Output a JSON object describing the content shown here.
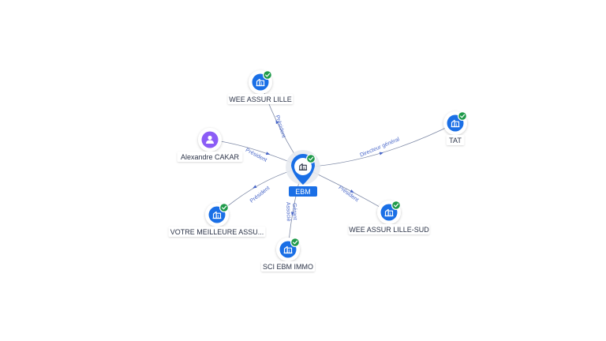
{
  "center": {
    "id": "ebm",
    "label": "EBM",
    "type": "company",
    "verified": true
  },
  "nodes": [
    {
      "id": "wee-lille",
      "label": "WEE ASSUR LILLE",
      "type": "company",
      "verified": true
    },
    {
      "id": "tat",
      "label": "TAT",
      "type": "company",
      "verified": true
    },
    {
      "id": "alexandre",
      "label": "Alexandre CAKAR",
      "type": "person",
      "verified": false
    },
    {
      "id": "votre",
      "label": "VOTRE MEILLEURE ASSU...",
      "type": "company",
      "verified": true
    },
    {
      "id": "sci",
      "label": "SCI EBM IMMO",
      "type": "company",
      "verified": true
    },
    {
      "id": "wee-sud",
      "label": "WEE ASSUR LILLE-SUD",
      "type": "company",
      "verified": true
    }
  ],
  "edges": [
    {
      "from": "ebm",
      "to": "wee-lille",
      "label": "Président"
    },
    {
      "from": "ebm",
      "to": "tat",
      "label": "Directeur général"
    },
    {
      "from": "alexandre",
      "to": "ebm",
      "label": "Président"
    },
    {
      "from": "ebm",
      "to": "votre",
      "label": "Président"
    },
    {
      "from": "ebm",
      "to": "sci",
      "label": "Gérant\nAssocié"
    },
    {
      "from": "ebm",
      "to": "wee-sud",
      "label": "Président"
    }
  ],
  "colors": {
    "company": "#1a6fe6",
    "person": "#8b5cf6",
    "verified": "#1f9a4a",
    "edge": "#7f8aa6",
    "edge_label": "#4a68c9",
    "node_label": "#2b3347"
  },
  "icons": {
    "company": "building-icon",
    "person": "person-icon",
    "verified": "check-badge-icon"
  }
}
